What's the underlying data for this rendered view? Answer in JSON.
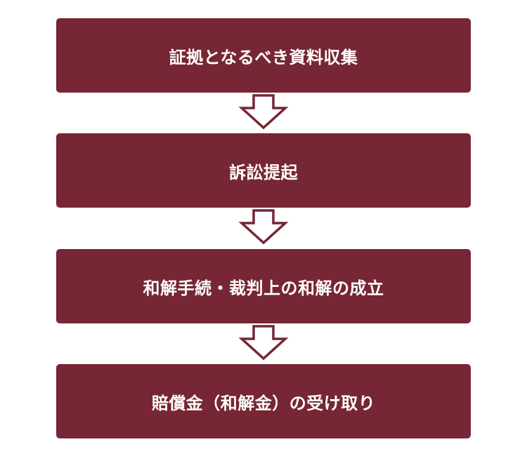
{
  "colors": {
    "box_fill": "#762634",
    "box_text": "#ffffff",
    "arrow_stroke": "#762634",
    "arrow_fill": "#ffffff"
  },
  "steps": [
    {
      "label": "証拠となるべき資料収集"
    },
    {
      "label": "訴訟提起"
    },
    {
      "label": "和解手続・裁判上の和解の成立"
    },
    {
      "label": "賠償金（和解金）の受け取り"
    }
  ],
  "arrows": [
    {
      "icon": "down-arrow-outline-icon"
    },
    {
      "icon": "down-arrow-outline-icon"
    },
    {
      "icon": "down-arrow-outline-icon"
    }
  ]
}
